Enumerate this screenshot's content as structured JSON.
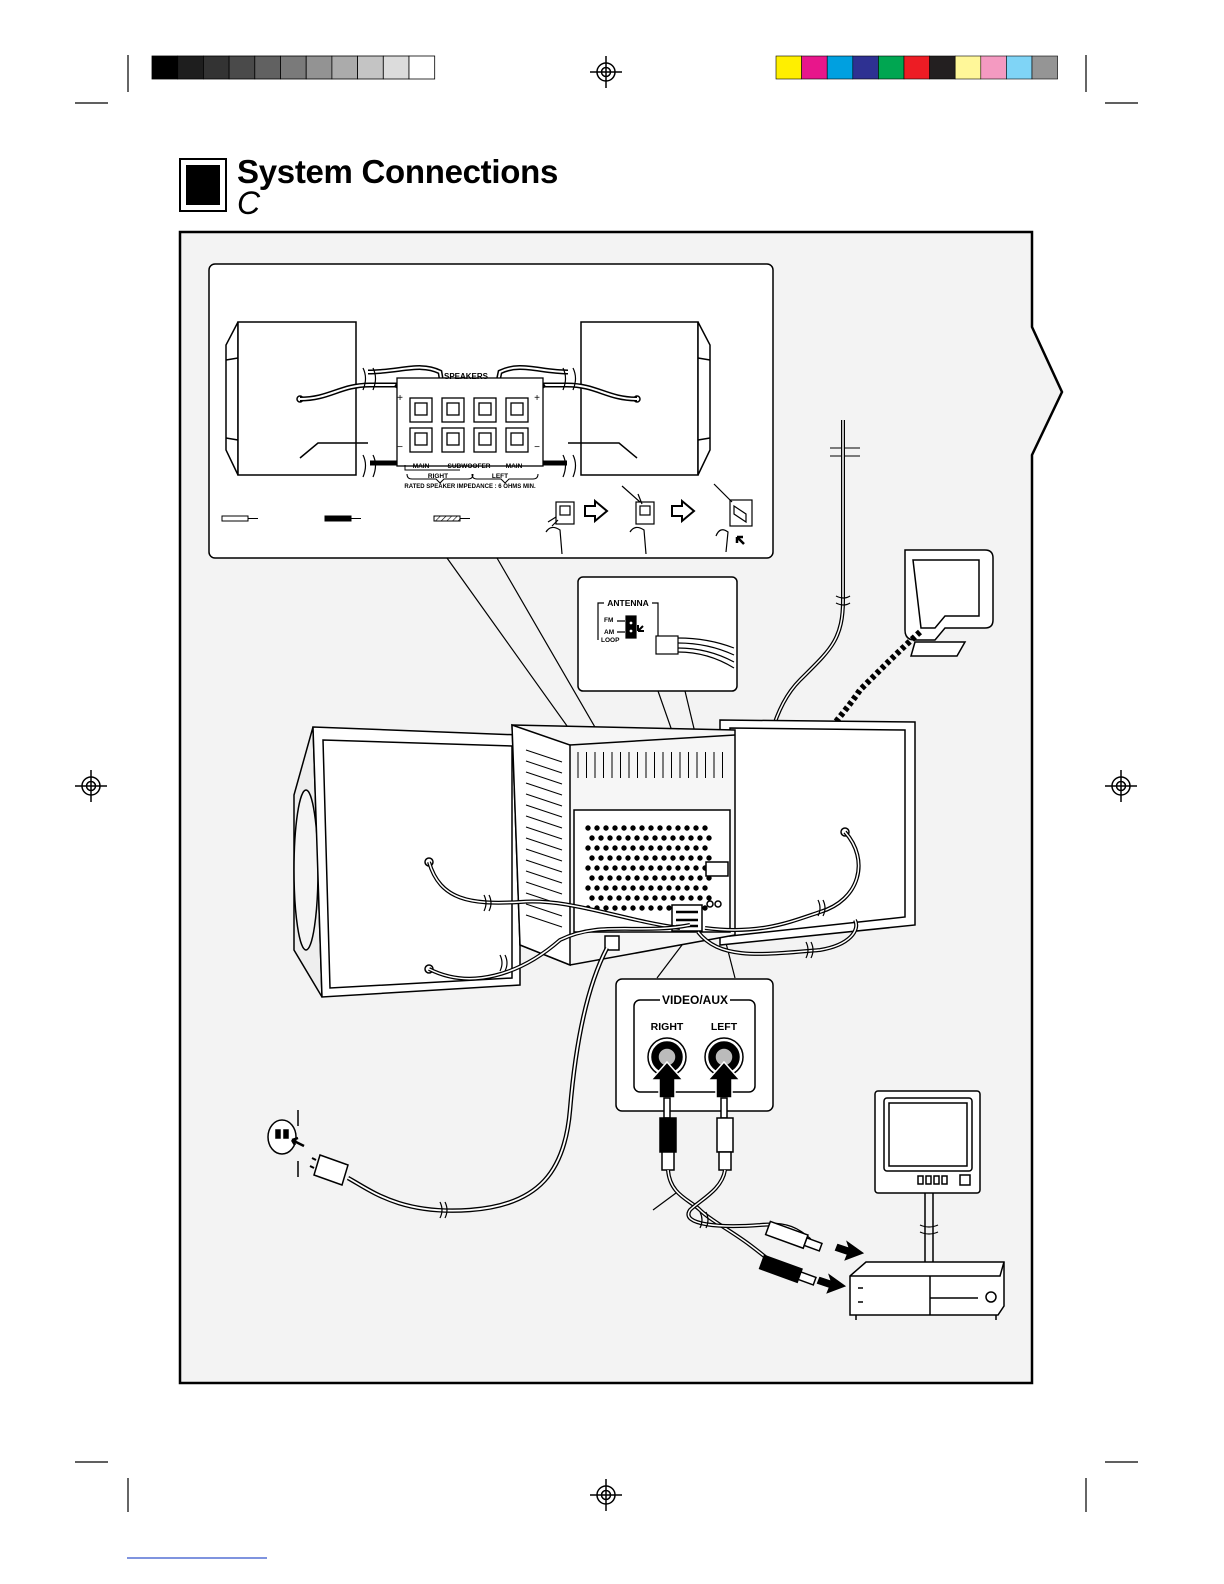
{
  "header": {
    "title": "System Connections",
    "subtitle": "C"
  },
  "labels": {
    "speakers": "SPEAKERS",
    "plus": "+",
    "minus": "−",
    "main_right": "MAIN",
    "subwoofer": "SUBWOOFER",
    "main_left": "MAIN",
    "right": "RIGHT",
    "left": "LEFT",
    "impedance": "RATED SPEAKER IMPEDANCE : 6 OHMS MIN.",
    "antenna": "ANTENNA",
    "fm": "FM",
    "am": "AM",
    "loop": "LOOP",
    "video_aux": "VIDEO/AUX",
    "jack_right": "RIGHT",
    "jack_left": "LEFT"
  },
  "colors": {
    "bars": [
      "#000000",
      "#1e1e1e",
      "#333333",
      "#4a4a4a",
      "#616161",
      "#7a7a7a",
      "#939393",
      "#ababab",
      "#c4c4c4",
      "#dcdcdc",
      "#ffffff"
    ],
    "chips": [
      "#ffef00",
      "#e8168b",
      "#00a0e0",
      "#2e3192",
      "#00a651",
      "#ed1c24",
      "#231f20",
      "#fff799",
      "#f49ac1",
      "#7fd4f6",
      "#959595"
    ]
  }
}
